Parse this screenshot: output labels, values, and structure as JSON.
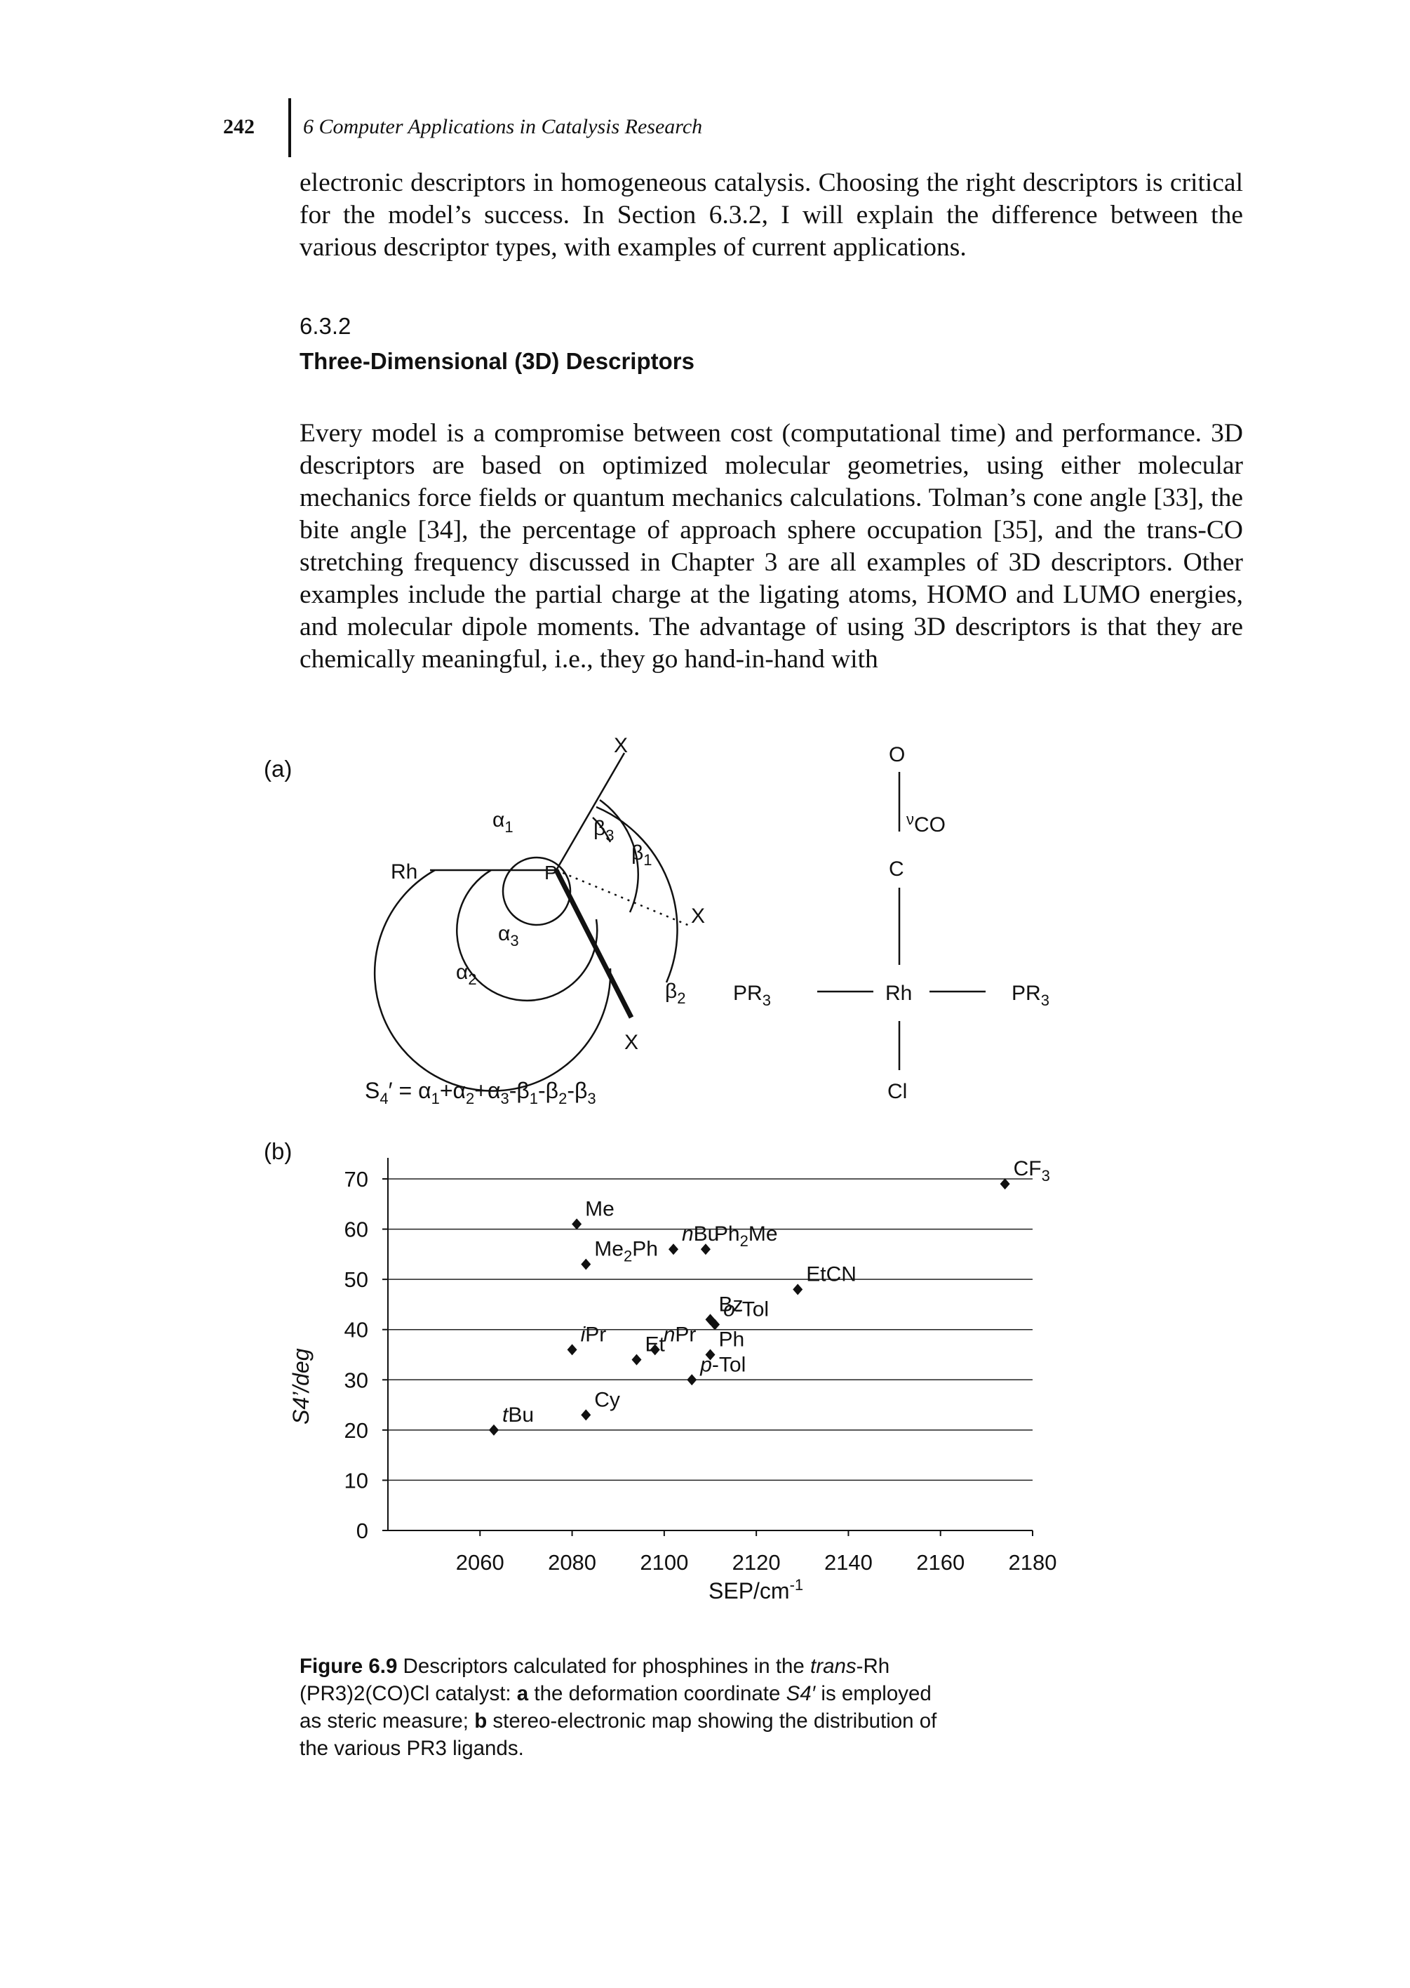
{
  "header": {
    "page_number": "242",
    "running_head": "6 Computer Applications in Catalysis Research"
  },
  "paragraph1": "electronic descriptors in homogeneous catalysis. Choosing the right descriptors is critical for the model’s success. In Section 6.3.2, I will explain the difference between the various descriptor types, with examples of current applications.",
  "section": {
    "number": "6.3.2",
    "title": "Three-Dimensional (3D) Descriptors"
  },
  "paragraph2": "Every model is a compromise between cost (computational time) and performance. 3D descriptors are based on optimized molecular geometries, using either molecular mechanics force fields or quantum mechanics calculations. Tolman’s cone angle [33], the bite angle [34], the percentage of approach sphere occupation [35], and the trans-CO stretching frequency discussed in Chapter 3 are all examples of 3D descriptors. Other examples include the partial charge at the ligating atoms, HOMO and LUMO energies, and molecular dipole moments. The advantage of using 3D descriptors is that they are chemically meaningful, i.e., they go hand-in-hand with",
  "figure_a": {
    "panel_label": "(a)",
    "labels": {
      "rh": "Rh",
      "p": "P",
      "x": "X",
      "alpha": "α",
      "beta": "β",
      "one": "1",
      "two": "2",
      "three": "3"
    },
    "formula": {
      "s": "S",
      "sub4": "4",
      "prime_eq": "′ = ",
      "terms": [
        "α",
        "1",
        "+α",
        "2",
        "+α",
        "3",
        "-β",
        "1",
        "-β",
        "2",
        "-β",
        "3"
      ]
    },
    "complex": {
      "o": "O",
      "c": "C",
      "nu": "ν",
      "co": "CO",
      "rh": "Rh",
      "cl": "Cl",
      "pr3_left": "PR",
      "pr3_right": "PR",
      "sub3": "3"
    }
  },
  "chart_data": {
    "type": "scatter",
    "panel_label": "(b)",
    "xlabel": "SEP/cm",
    "xlabel_sup": "-1",
    "ylabel": "S4’/deg",
    "xlim": [
      2040,
      2180
    ],
    "ylim": [
      0,
      70
    ],
    "x_ticks": [
      "2060",
      "2080",
      "2100",
      "2120",
      "2140",
      "2160",
      "2180"
    ],
    "y_ticks": [
      "0",
      "10",
      "20",
      "30",
      "40",
      "50",
      "60",
      "70"
    ],
    "grid": true,
    "points": [
      {
        "label": "Me",
        "x": 2081,
        "y": 61
      },
      {
        "label": "nBu",
        "x": 2102,
        "y": 56
      },
      {
        "label": "Ph2Me",
        "x": 2109,
        "y": 56
      },
      {
        "label": "Me2Ph",
        "x": 2083,
        "y": 53
      },
      {
        "label": "EtCN",
        "x": 2129,
        "y": 48
      },
      {
        "label": "Bz",
        "x": 2110,
        "y": 42
      },
      {
        "label": "o-Tol",
        "x": 2111,
        "y": 41
      },
      {
        "label": "iPr",
        "x": 2080,
        "y": 36
      },
      {
        "label": "nPr",
        "x": 2098,
        "y": 36
      },
      {
        "label": "Ph",
        "x": 2110,
        "y": 35
      },
      {
        "label": "Et",
        "x": 2094,
        "y": 34
      },
      {
        "label": "p-Tol",
        "x": 2106,
        "y": 30
      },
      {
        "label": "Cy",
        "x": 2083,
        "y": 23
      },
      {
        "label": "tBu",
        "x": 2063,
        "y": 20
      },
      {
        "label": "CF3",
        "x": 2174,
        "y": 69
      }
    ]
  },
  "caption": {
    "label": "Figure 6.9",
    "text_a": " Descriptors calculated for phosphines in the ",
    "em_trans": "trans",
    "text_b": "-Rh (PR3)2(CO)Cl catalyst: ",
    "a_label": "a",
    "text_c": " the deformation coordinate ",
    "s4": "S4′",
    "text_d": " is employed as steric measure; ",
    "b_label": "b",
    "text_e": " stereo-electronic map showing the distribution of the various PR3 ligands."
  }
}
